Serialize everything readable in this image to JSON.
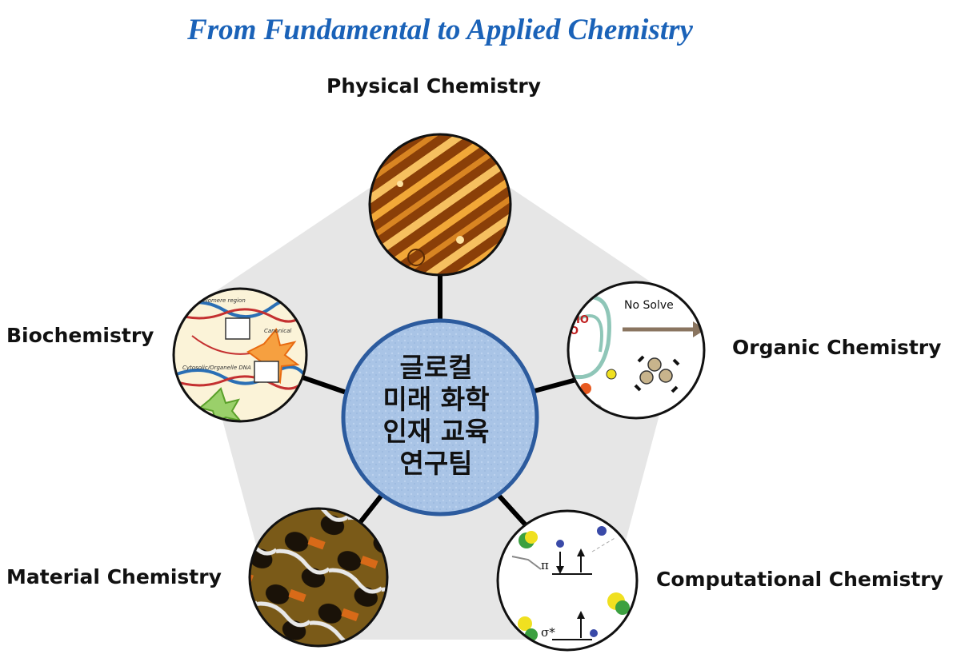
{
  "title": "From Fundamental to Applied Chemistry",
  "center": {
    "lines": [
      "글로컬",
      "미래 화학",
      "인재 교육",
      "연구팀"
    ]
  },
  "fields": {
    "physical": "Physical Chemistry",
    "biochemistry": "Biochemistry",
    "organic": "Organic Chemistry",
    "material": "Material Chemistry",
    "computational": "Computational Chemistry"
  },
  "inset_text": {
    "organic_arrow": "No Solve",
    "organic_formula": "HO",
    "organic_formula_2": "O",
    "comp_pi": "π",
    "comp_sigma": "σ*",
    "bio_1": "Telomere region",
    "bio_2": "Cytosolic/Organelle DNA",
    "bio_3": "Canonical"
  },
  "colors": {
    "title": "#1a62b8",
    "pentagon": "#e6e6e6",
    "center_fill": "#a9c4e6",
    "center_stroke": "#2c5b9e"
  }
}
